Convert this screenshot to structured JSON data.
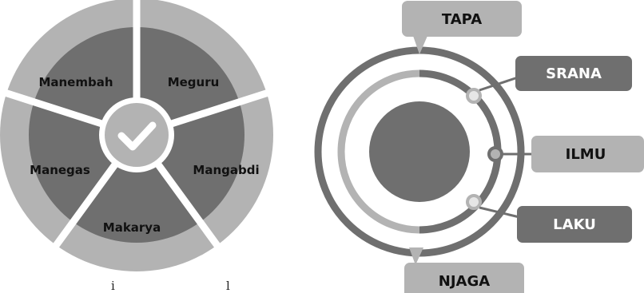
{
  "left_diagram": {
    "segments": [
      {
        "label": "Meguru"
      },
      {
        "label": "Mangabdi"
      },
      {
        "label": "Makarya"
      },
      {
        "label": "Manegas"
      },
      {
        "label": "Manembah"
      }
    ],
    "center_icon": "checkmark-icon"
  },
  "right_diagram": {
    "labels": {
      "top": "TAPA",
      "right_upper": "SRANA",
      "right_middle": "ILMU",
      "right_lower": "LAKU",
      "bottom": "NJAGA"
    }
  },
  "partial_text": {
    "left": "i",
    "middle": "l"
  },
  "colors": {
    "dark_gray": "#6f6f6f",
    "light_gray": "#b3b3b3",
    "mid_gray": "#8c8c8c",
    "white": "#ffffff",
    "text_dark": "#111111"
  }
}
